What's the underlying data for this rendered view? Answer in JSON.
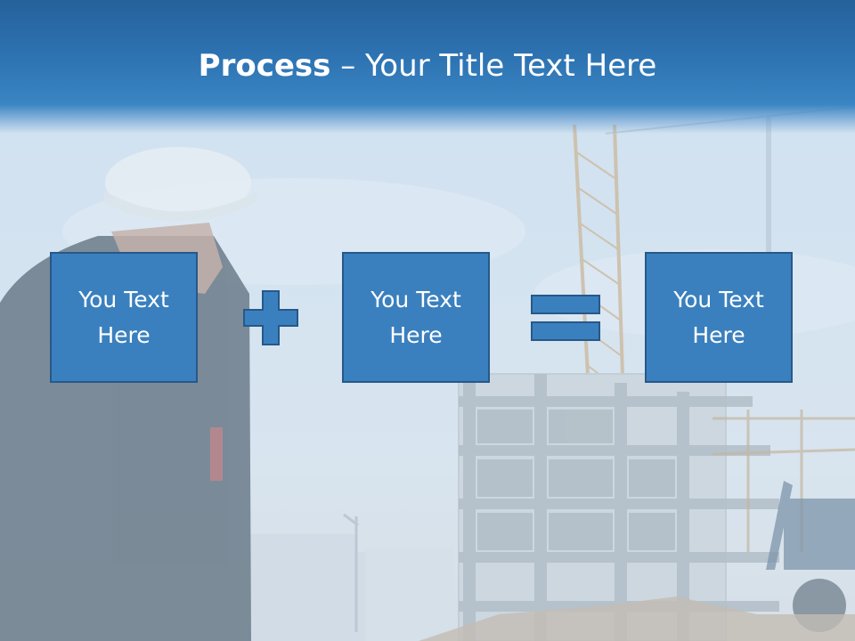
{
  "slide": {
    "title_bold": "Process",
    "title_dash": " – ",
    "title_rest": "Your Title Text Here"
  },
  "process": {
    "boxes": [
      {
        "text": "You Text Here"
      },
      {
        "text": "You Text Here"
      },
      {
        "text": "You Text Here"
      }
    ],
    "operators": [
      "plus-icon",
      "equals-icon"
    ]
  },
  "colors": {
    "header": "#2e74b3",
    "box_fill": "#3a80be",
    "box_border": "#27588a",
    "title_text": "#ffffff"
  }
}
